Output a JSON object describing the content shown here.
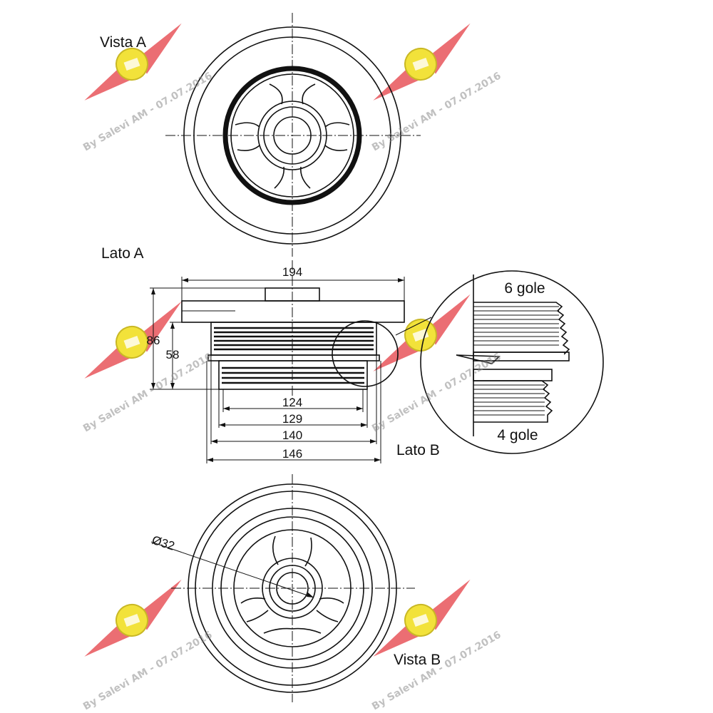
{
  "labels": {
    "view_a": "Vista A",
    "side_a": "Lato A",
    "side_b": "Lato B",
    "view_b": "Vista B",
    "grooves_top": "6 gole",
    "grooves_bottom": "4 gole"
  },
  "dimensions": {
    "overall_diameter": "194",
    "height_86": "86",
    "height_58": "58",
    "dia_124": "124",
    "dia_129": "129",
    "dia_140": "140",
    "dia_146": "146",
    "bore": "Ø32"
  },
  "watermark": {
    "text": "By Salevi AM - 07.07.2016",
    "emblem_color": "#e8555a",
    "badge_color": "#f2e23a"
  }
}
